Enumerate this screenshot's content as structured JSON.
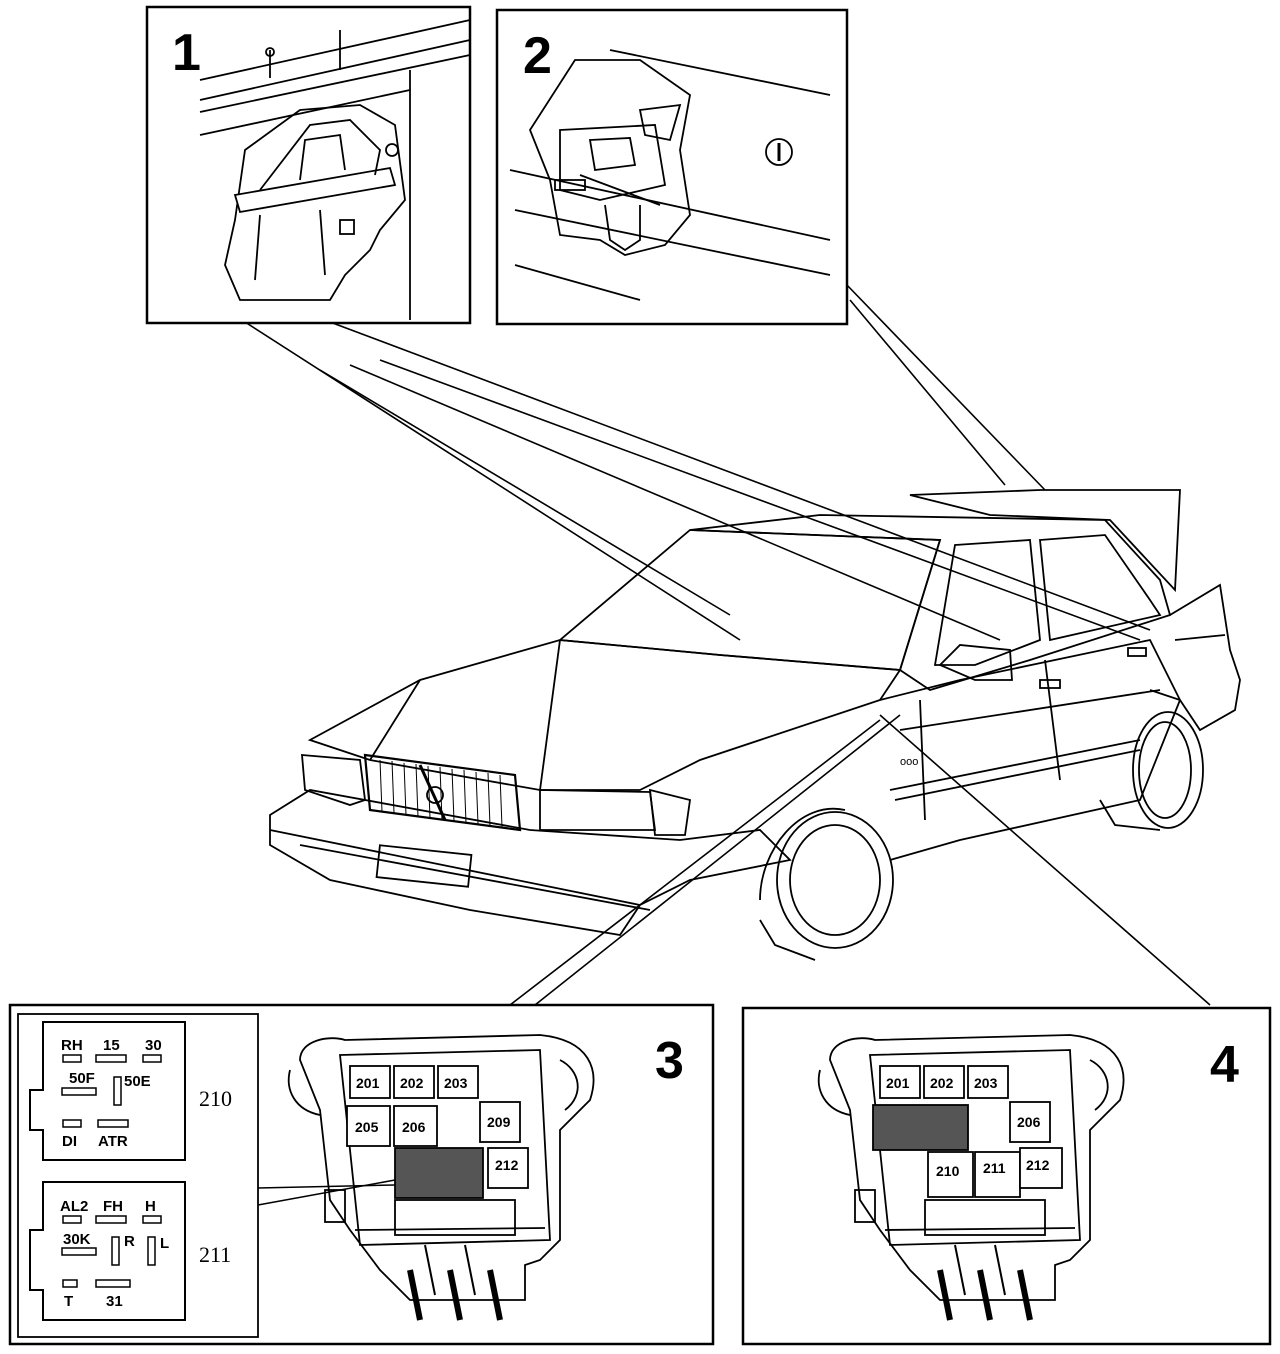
{
  "callouts": [
    "1",
    "2",
    "3",
    "4"
  ],
  "pinout_210": {
    "number": "210",
    "pins": [
      "RH",
      "15",
      "30",
      "50F",
      "50E",
      "DI",
      "ATR"
    ]
  },
  "pinout_211": {
    "number": "211",
    "pins": [
      "AL2",
      "FH",
      "H",
      "30K",
      "R",
      "L",
      "T",
      "31"
    ]
  },
  "relay_box_3": {
    "relays": [
      "201",
      "202",
      "203",
      "205",
      "206",
      "209",
      "212"
    ]
  },
  "relay_box_4": {
    "relays": [
      "201",
      "202",
      "203",
      "206",
      "210",
      "211",
      "212"
    ]
  }
}
